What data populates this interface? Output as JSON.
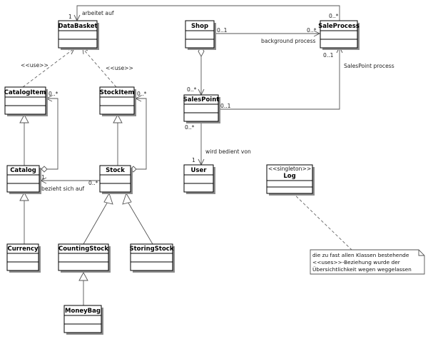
{
  "classes": {
    "databasket": "DataBasket",
    "shop": "Shop",
    "saleprocess": "SaleProcess",
    "catalogitem": "CatalogItem",
    "stockitem": "StockItem",
    "salespoint": "SalesPoint",
    "catalog": "Catalog",
    "stock": "Stock",
    "user": "User",
    "log": "Log",
    "currency": "Currency",
    "countingstock": "CountingStock",
    "storingstock": "StoringStock",
    "moneybag": "MoneyBag"
  },
  "stereotypes": {
    "log": "<<singleton>>",
    "use_left": "<<use>>",
    "use_right": "<<use>>"
  },
  "labels": {
    "arbeitet_auf": "arbeitet auf",
    "background_process": "background process",
    "salespoint_process": "SalesPoint process",
    "wird_bedient_von": "wird bedient von",
    "bezieht_sich_auf": "bezieht sich auf"
  },
  "multiplicities": {
    "db_arbeitet_1": "1",
    "sp_arbeitet_many": "0..*",
    "shop_bg_one": "0..1",
    "sp_bg_many": "0..*",
    "sp_salespoint_one": "0..1",
    "shop_salespoint_many": "0..*",
    "salespoint_process_one": "0..1",
    "salespoint_user_many": "0..*",
    "user_one": "1",
    "catalogitem_many": "0..*",
    "stockitem_many": "0..*",
    "catalog_one": "1",
    "stock_catalog_many": "0..*"
  },
  "note": {
    "line1": "die zu fast allen Klassen bestehende",
    "line2": "<<uses>>-Beziehung wurde der",
    "line3": "Übersichtlichkeit wegen weggelassen"
  }
}
